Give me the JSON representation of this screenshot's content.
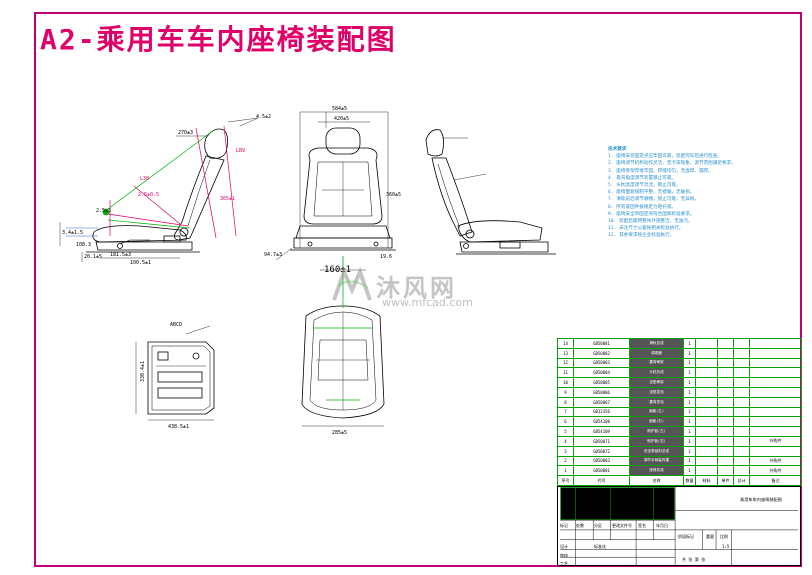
{
  "title": "A2-乘用车车内座椅装配图",
  "colors": {
    "border": "#c0007a",
    "title": "#e0006a",
    "notes": "#2a8fd0",
    "grid": "#00a000",
    "outline": "#000000"
  },
  "views": {
    "side_left": {
      "dims": [
        "270±3",
        "LB9",
        "2.5±0.5",
        "L30",
        "2.5±3",
        "3.4±1.5",
        "108.3",
        "181.5±3",
        "20.1±5",
        "100.5±1",
        "365±1",
        "4.5±2"
      ]
    },
    "front": {
      "dims": [
        "584±5",
        "420±5",
        "360±5",
        "160±1",
        "94.7±3",
        "19.6"
      ]
    },
    "side_right": {
      "dims": []
    },
    "top_left": {
      "dims": [
        "ABCD",
        "330.4±1",
        "438.5±1"
      ]
    },
    "bottom": {
      "dims": [
        "285±5"
      ]
    }
  },
  "notes": {
    "title": "技术要求",
    "lines": [
      "1. 座椅安装固定点应牢固可靠，装配完毕后进行检查。",
      "2. 座椅调节机构动作灵活，无卡滞现象，调节范围满足要求。",
      "3. 座椅骨架焊接牢固，焊缝均匀，无虚焊、漏焊。",
      "4. 靠背角度调节装置锁止可靠。",
      "5. 头枕高度调节灵活，锁止可靠。",
      "6. 座椅面套缝制平整，无褶皱，无破损。",
      "7. 滑轨前后调节顺畅，锁止可靠，无异响。",
      "8. 所有紧固件按规定力矩拧紧。",
      "9. 座椅安全带固定点符合国家标准要求。",
      "10. 装配后座椅整体外观整洁，无油污。",
      "11. 未注尺寸公差按相关标准执行。",
      "12. 其余要求按企业标准执行。"
    ]
  },
  "watermark": {
    "name": "沐风网",
    "url": "www.mfcad.com"
  },
  "bom": {
    "rows": [
      {
        "no": "14",
        "code": "GB50081",
        "name": "滑轨总成",
        "qty": "1",
        "note": ""
      },
      {
        "no": "13",
        "code": "GB50082",
        "name": "调角器",
        "qty": "1",
        "note": ""
      },
      {
        "no": "12",
        "code": "GB50083",
        "name": "靠背骨架",
        "qty": "1",
        "note": ""
      },
      {
        "no": "11",
        "code": "GB50084",
        "name": "头枕总成",
        "qty": "1",
        "note": ""
      },
      {
        "no": "10",
        "code": "GB50085",
        "name": "坐垫骨架",
        "qty": "1",
        "note": ""
      },
      {
        "no": "9",
        "code": "GB50086",
        "name": "坐垫发泡",
        "qty": "1",
        "note": ""
      },
      {
        "no": "8",
        "code": "GB50087",
        "name": "靠背发泡",
        "qty": "1",
        "note": ""
      },
      {
        "no": "7",
        "code": "GB12356",
        "name": "面套(左)",
        "qty": "1",
        "note": ""
      },
      {
        "no": "6",
        "code": "GB54108",
        "name": "面套(右)",
        "qty": "1",
        "note": ""
      },
      {
        "no": "5",
        "code": "GB54109",
        "name": "侧护板(左)",
        "qty": "1",
        "note": ""
      },
      {
        "no": "4",
        "code": "GB50071",
        "name": "侧护板(右)",
        "qty": "1",
        "note": "外购件"
      },
      {
        "no": "3",
        "code": "GB50072",
        "name": "安全带锁扣总成",
        "qty": "1",
        "note": ""
      },
      {
        "no": "2",
        "code": "GB50083",
        "name": "调节手柄装饰罩",
        "qty": "1",
        "note": "外购件"
      },
      {
        "no": "1",
        "code": "GB50081",
        "name": "座椅总成",
        "qty": "1",
        "note": "外购件"
      }
    ],
    "header": {
      "no": "序号",
      "code": "代号",
      "name": "名称",
      "qty": "数量",
      "material": "材料",
      "weight": "单件",
      "total": "总计",
      "note": "备注"
    }
  },
  "title_block": {
    "drawing_name": "乘用车车内座椅装配图",
    "labels": [
      "标记",
      "处数",
      "分区",
      "更改文件号",
      "签名",
      "年月日",
      "设计",
      "标准化",
      "审核",
      "工艺",
      "阶段标记",
      "重量",
      "比例"
    ],
    "scale": "1:5",
    "sheet": "共 张 第 张"
  }
}
